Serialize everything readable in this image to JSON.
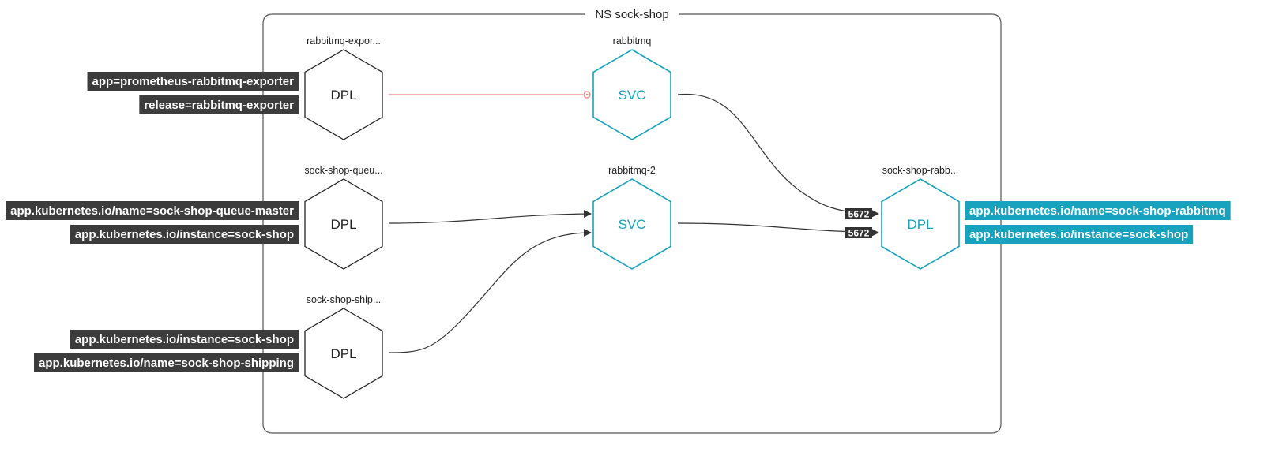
{
  "namespace": {
    "title": "NS sock-shop"
  },
  "colors": {
    "default_stroke": "#222222",
    "selected": "#17a2bd",
    "tag_bg": "#3c3c3c",
    "error_edge": "#f08080"
  },
  "nodes": [
    {
      "id": "rabbitmq-exporter",
      "name": "rabbitmq-expor...",
      "kind": "DPL",
      "selected": false,
      "labels": [
        "app=prometheus-rabbitmq-exporter",
        "release=rabbitmq-exporter"
      ]
    },
    {
      "id": "rabbitmq",
      "name": "rabbitmq",
      "kind": "SVC",
      "selected": true,
      "labels": []
    },
    {
      "id": "sock-shop-queue-master",
      "name": "sock-shop-queu...",
      "kind": "DPL",
      "selected": false,
      "labels": [
        "app.kubernetes.io/name=sock-shop-queue-master",
        "app.kubernetes.io/instance=sock-shop"
      ]
    },
    {
      "id": "rabbitmq-2",
      "name": "rabbitmq-2",
      "kind": "SVC",
      "selected": true,
      "labels": []
    },
    {
      "id": "sock-shop-rabbitmq",
      "name": "sock-shop-rabb...",
      "kind": "DPL",
      "selected": true,
      "labels": [
        "app.kubernetes.io/name=sock-shop-rabbitmq",
        "app.kubernetes.io/instance=sock-shop"
      ]
    },
    {
      "id": "sock-shop-shipping",
      "name": "sock-shop-ship...",
      "kind": "DPL",
      "selected": false,
      "labels": [
        "app.kubernetes.io/instance=sock-shop",
        "app.kubernetes.io/name=sock-shop-shipping"
      ]
    }
  ],
  "edges": [
    {
      "from": "rabbitmq-exporter",
      "to": "rabbitmq",
      "status": "error",
      "port": ""
    },
    {
      "from": "rabbitmq",
      "to": "sock-shop-rabbitmq",
      "status": "ok",
      "port": "5672"
    },
    {
      "from": "sock-shop-queue-master",
      "to": "rabbitmq-2",
      "status": "ok",
      "port": ""
    },
    {
      "from": "sock-shop-shipping",
      "to": "rabbitmq-2",
      "status": "ok",
      "port": ""
    },
    {
      "from": "rabbitmq-2",
      "to": "sock-shop-rabbitmq",
      "status": "ok",
      "port": "5672"
    }
  ]
}
